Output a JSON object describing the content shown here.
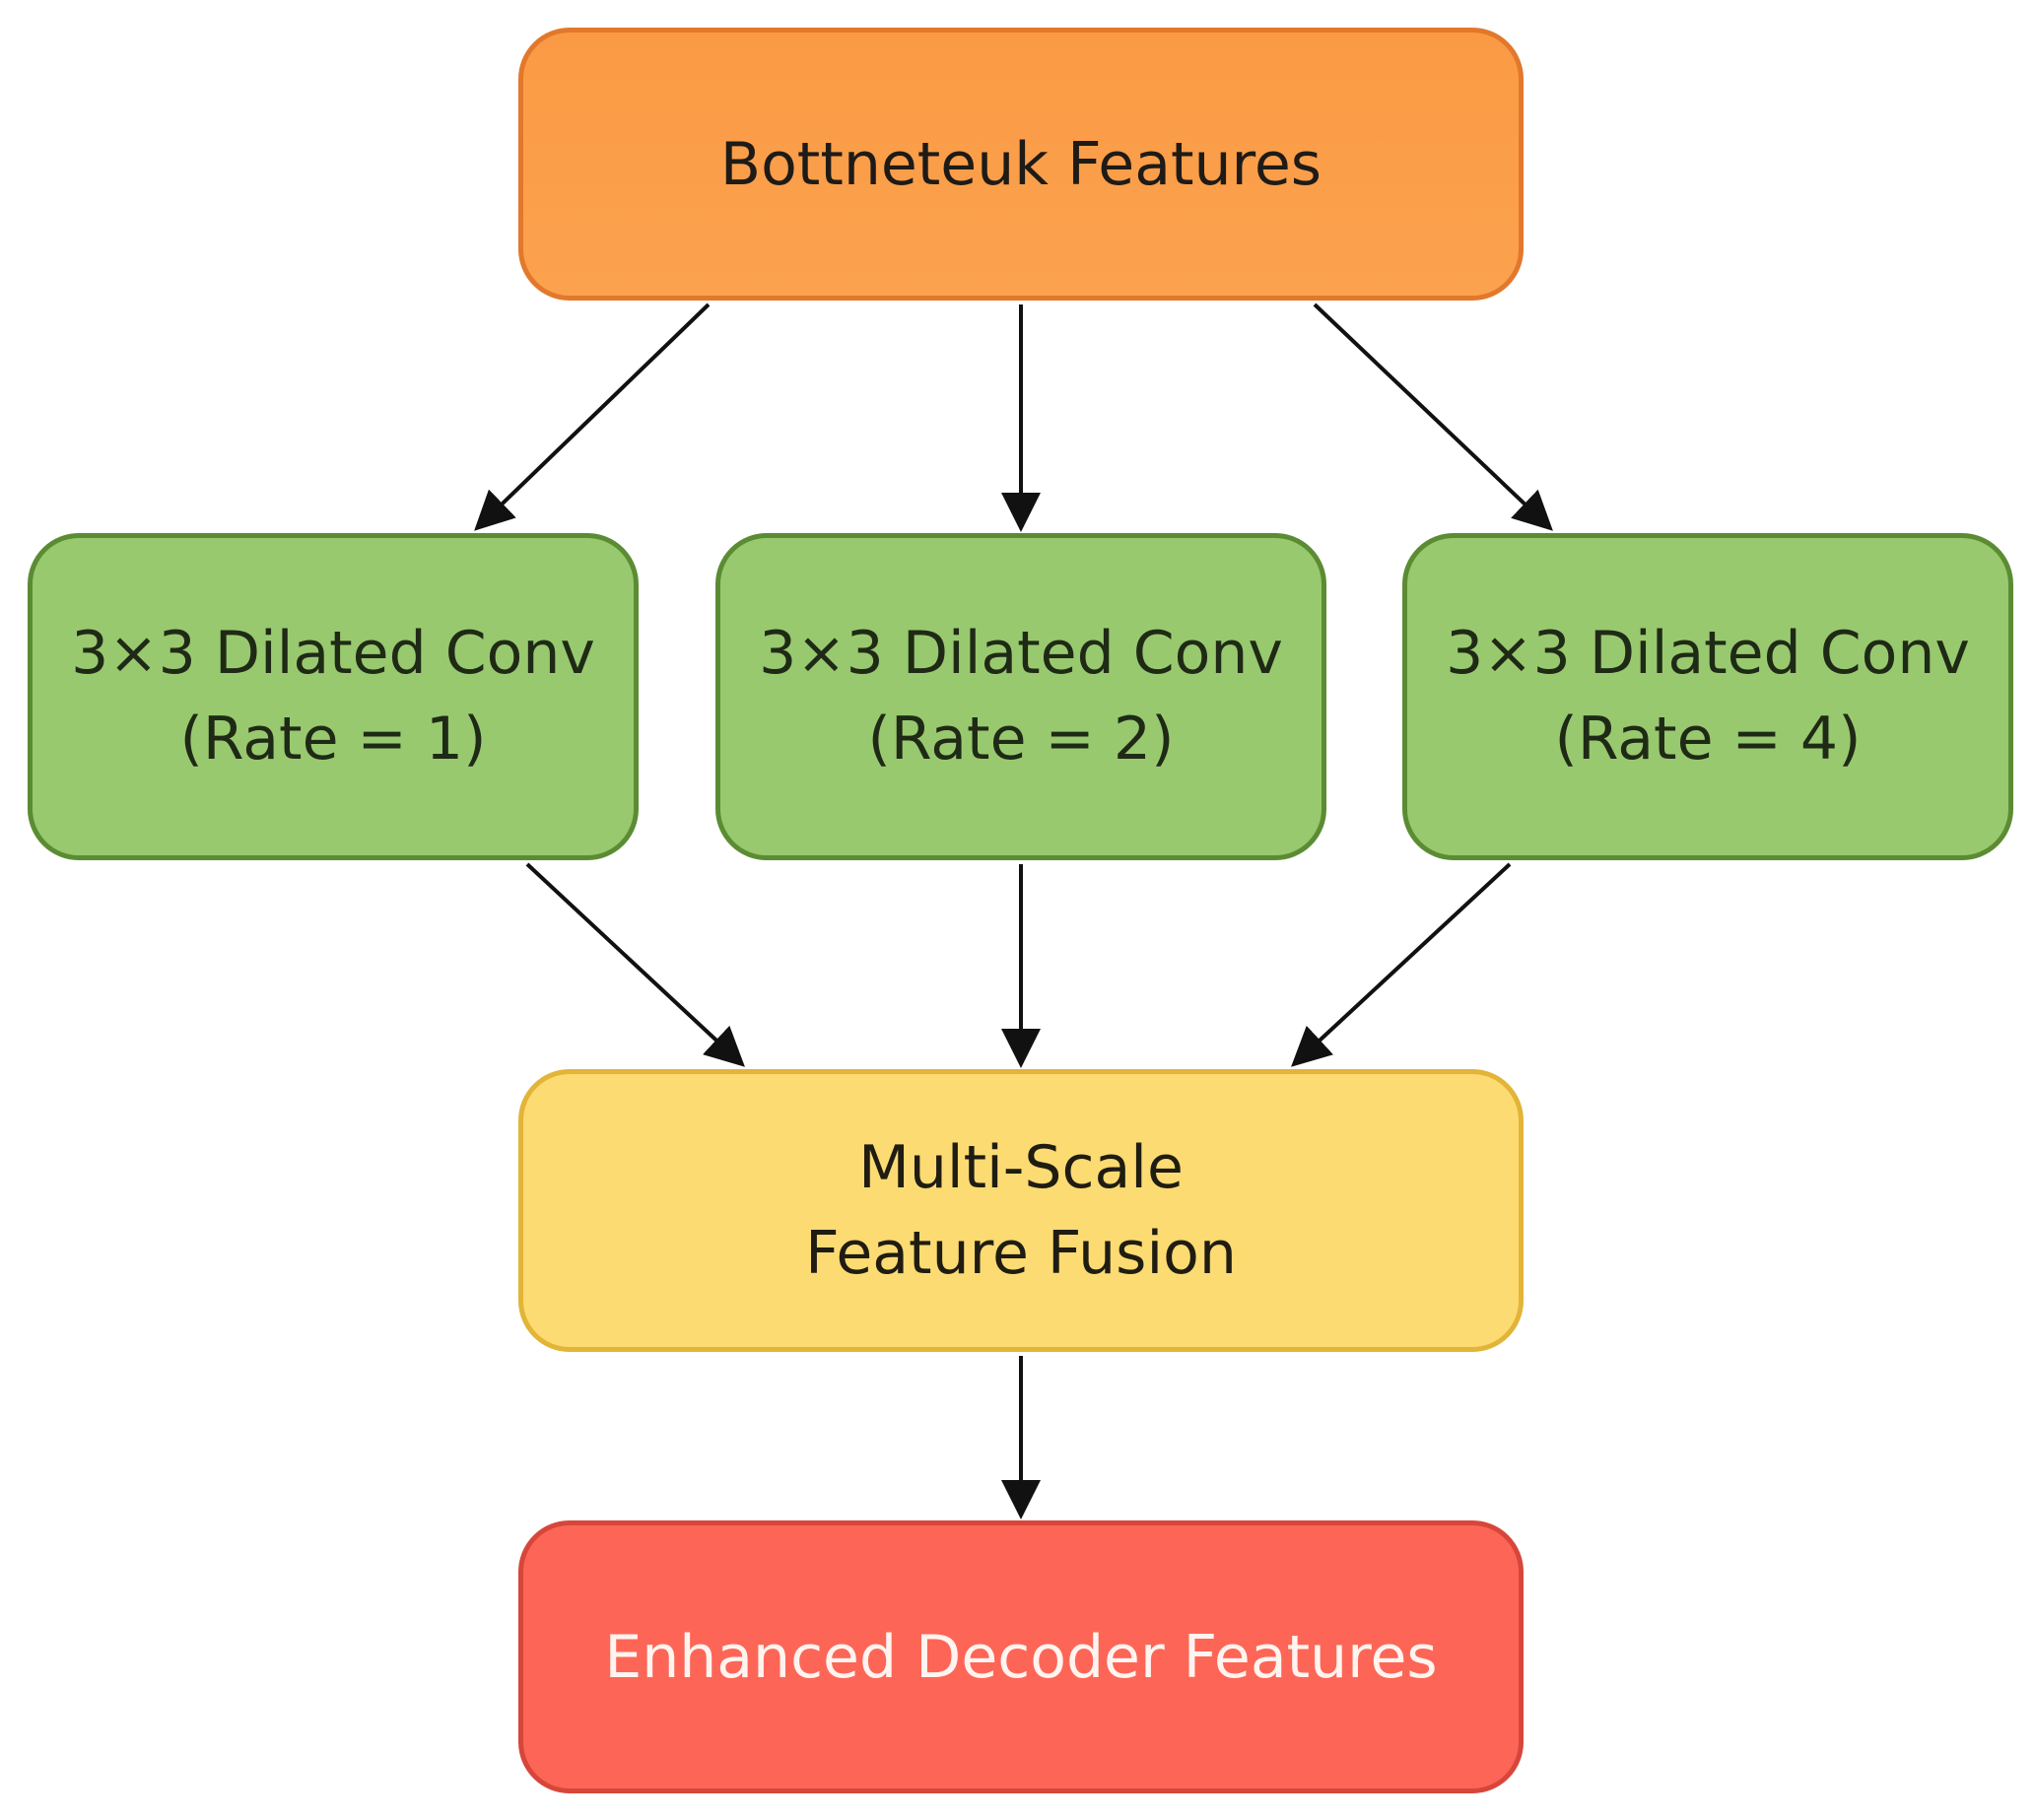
{
  "diagram": {
    "nodes": {
      "bottleneck": {
        "label": "Bottneteuk Features",
        "color": "#fba24e"
      },
      "conv1": {
        "line1": "3×3 Dilated Conv",
        "line2": "(Rate = 1)",
        "color": "#99c96f"
      },
      "conv2": {
        "line1": "3×3 Dilated Conv",
        "line2": "(Rate = 2)",
        "color": "#99c96f"
      },
      "conv3": {
        "line1": "3×3 Dilated Conv",
        "line2": "(Rate = 4)",
        "color": "#99c96f"
      },
      "fusion": {
        "line1": "Multi-Scale",
        "line2": "Feature Fusion",
        "color": "#fcdb72"
      },
      "output": {
        "label": "Enhanced Decoder Features",
        "color": "#fd6657"
      }
    },
    "edges": [
      {
        "from": "bottleneck",
        "to": "conv1"
      },
      {
        "from": "bottleneck",
        "to": "conv2"
      },
      {
        "from": "bottleneck",
        "to": "conv3"
      },
      {
        "from": "conv1",
        "to": "fusion"
      },
      {
        "from": "conv2",
        "to": "fusion"
      },
      {
        "from": "conv3",
        "to": "fusion"
      },
      {
        "from": "fusion",
        "to": "output"
      }
    ]
  }
}
